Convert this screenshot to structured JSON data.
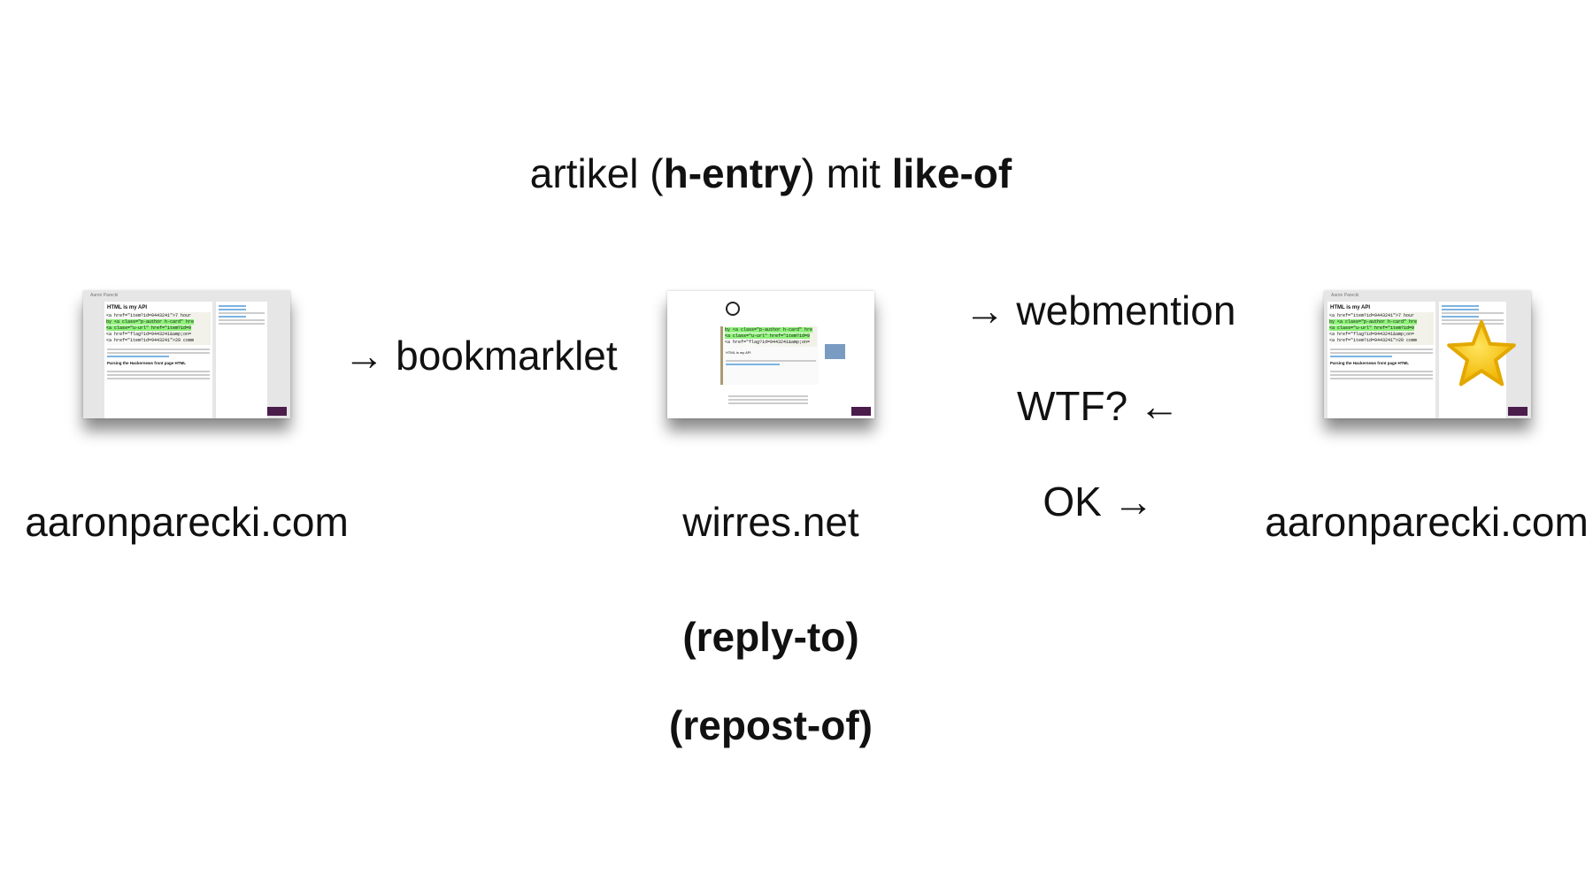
{
  "title": {
    "prefix": "artikel (",
    "hentry": "h-entry",
    "middle": ") mit ",
    "likeof": "like-of"
  },
  "steps": {
    "bookmarklet": "→ bookmarklet",
    "webmention": "→ webmention",
    "wtf": "WTF? ←",
    "ok": "OK →"
  },
  "sites": {
    "left": "aaronparecki.com",
    "middle": "wirres.net",
    "right": "aaronparecki.com"
  },
  "alternatives": [
    "(reply-to)",
    "(repost-of)"
  ],
  "thumbnail": {
    "site_name": "Aaron Parecki",
    "post_title": "HTML is my API",
    "section_title": "Parsing the Hackernews front page HTML",
    "code": [
      "<a href=\"item?id=9443241\">7 hour",
      "by <a class=\"p-author h-card\" hre",
      "<a class=\"u-url\" href=\"item?id=9",
      "<a href=\"flag?id=9443241&amp;on=",
      "<a href=\"item?id=9443241\">20 comm"
    ]
  },
  "colors": {
    "star": "#f5c400",
    "highlight": "#8ff27a",
    "badge": "#4b1d4b"
  }
}
